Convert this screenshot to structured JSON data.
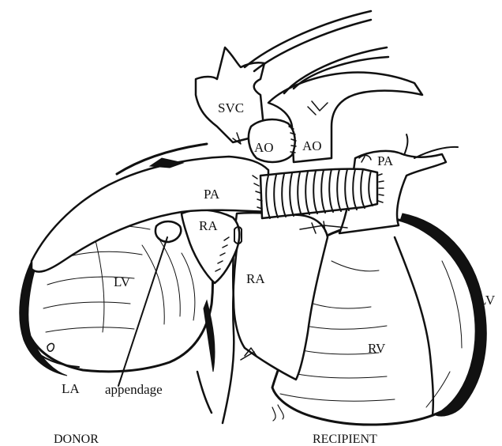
{
  "labels": {
    "svc": "SVC",
    "ao_donor": "AO",
    "ao_recipient": "AO",
    "pa_donor": "PA",
    "pa_recipient": "PA",
    "ra_donor": "RA",
    "ra_recipient": "RA",
    "lv_donor": "LV",
    "lv_recipient": "LV",
    "rv": "RV",
    "la": "LA",
    "appendage": "appendage"
  },
  "captions": {
    "donor": "DONOR",
    "recipient": "RECIPIENT"
  }
}
